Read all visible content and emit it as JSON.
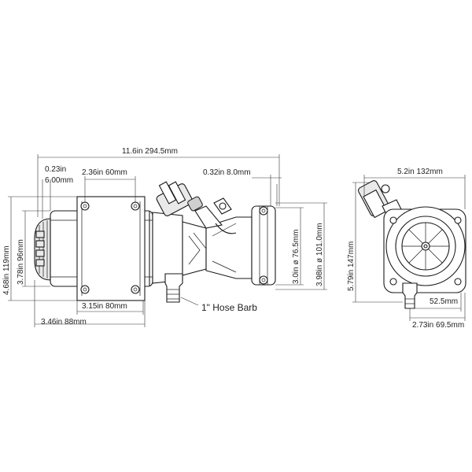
{
  "dimensions": {
    "overall_length": "11.6in 294.5mm",
    "side_gap_in": "0.23in",
    "side_gap_mm": "6.00mm",
    "top_hole_spacing": "2.36in 60mm",
    "port_offset": "0.32in 8.0mm",
    "overall_height": "4.68in 119mm",
    "body_height": "3.78in 96mm",
    "bottom_hole_spacing": "3.15in 80mm",
    "base_length": "3.46in 88mm",
    "head_inner_dia": "3.0in ø 76.5mm",
    "head_outer_dia": "3.98in ø 101.0mm",
    "hose_barb": "1\" Hose Barb",
    "end_width": "5.2in 132mm",
    "end_height": "5.79in 147mm",
    "port_offset_end": "52.5mm",
    "end_base_width": "2.73in 69.5mm"
  },
  "colors": {
    "line": "#1a1a1a",
    "shade": "#e9e9e9"
  }
}
